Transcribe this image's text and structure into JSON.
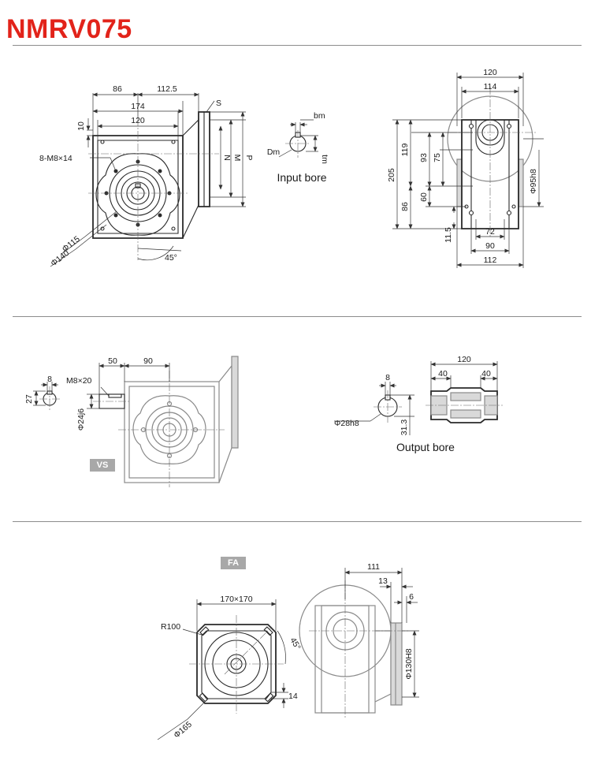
{
  "header": {
    "model": "NMRV075"
  },
  "tags": {
    "vs": "VS",
    "fa": "FA"
  },
  "captions": {
    "input_bore": "Input bore",
    "output_bore": "Output bore"
  },
  "front_view": {
    "dims": {
      "d86": "86",
      "d112_5": "112.5",
      "d174": "174",
      "d120": "120",
      "d10": "10",
      "tap": "8-M8×14",
      "phi115": "Φ115",
      "phi140": "Φ140",
      "angle45": "45°",
      "S": "S",
      "N": "N",
      "M": "M",
      "P": "P"
    }
  },
  "input_bore": {
    "dims": {
      "bm": "bm",
      "Dm": "Dm",
      "tm": "tm"
    }
  },
  "side_view": {
    "dims": {
      "d120": "120",
      "d114": "114",
      "d205": "205",
      "d119": "119",
      "d93": "93",
      "d75": "75",
      "d86": "86",
      "d60": "60",
      "d11_5": "11.5",
      "d72": "72",
      "d90": "90",
      "d112": "112",
      "phi95": "Φ95h8"
    }
  },
  "vs_view": {
    "dims": {
      "d8": "8",
      "d27": "27",
      "d50": "50",
      "d90": "90",
      "tap": "M8×20",
      "phi24": "Φ24j6"
    }
  },
  "output_bore": {
    "dims": {
      "d8": "8",
      "phi28": "Φ28h8",
      "d31_3": "31.3",
      "d120": "120",
      "d40a": "40",
      "d40b": "40"
    }
  },
  "fa_flange": {
    "dims": {
      "d170": "170×170",
      "R100": "R100",
      "angle45": "45°",
      "d14": "14",
      "phi165": "Φ165"
    }
  },
  "fa_side": {
    "dims": {
      "d111": "111",
      "d13": "13",
      "d6": "6",
      "phi130": "Φ130H8"
    }
  }
}
